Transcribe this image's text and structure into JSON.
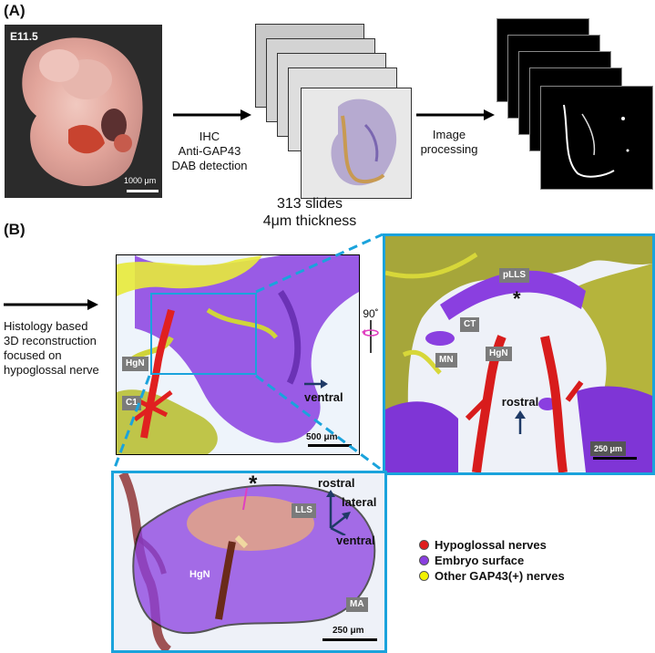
{
  "panel_a": {
    "label": "(A)",
    "embryo": {
      "stage": "E11.5",
      "scale_bar": "1000 μm"
    },
    "arrow1_text": [
      "IHC",
      "Anti-GAP43",
      "DAB detection"
    ],
    "slides_caption": [
      "313 slides",
      "4μm thickness"
    ],
    "arrow2_text": [
      "Image",
      "processing"
    ]
  },
  "panel_b": {
    "label": "(B)",
    "intro_text": [
      "Histology based",
      "3D reconstruction",
      "focused on",
      "hypoglossal nerve"
    ],
    "left_view": {
      "labels": {
        "hgn": "HgN",
        "c1": "C1"
      },
      "scale_bar": "500 μm",
      "direction": "ventral",
      "rotation": "90˚"
    },
    "right_view": {
      "labels": {
        "plls": "pLLS",
        "ct": "CT",
        "hgn": "HgN",
        "mn": "MN",
        "asterisk": "*"
      },
      "direction": "rostral",
      "scale_bar": "250 μm"
    },
    "bottom_view": {
      "asterisk": "*",
      "labels": {
        "lls": "LLS",
        "hgn": "HgN",
        "ma": "MA"
      },
      "axes": {
        "rostral": "rostral",
        "lateral": "lateral",
        "ventral": "ventral"
      },
      "scale_bar": "250 μm"
    },
    "legend": [
      {
        "label": "Hypoglossal nerves",
        "color": "#e01e1e"
      },
      {
        "label": "Embryo surface",
        "color": "#8a3fe0"
      },
      {
        "label": "Other GAP43(+) nerves",
        "color": "#f2f200"
      }
    ]
  },
  "colors": {
    "frame_blue": "#1aa3dc",
    "arrow_navy": "#1f3a66"
  }
}
